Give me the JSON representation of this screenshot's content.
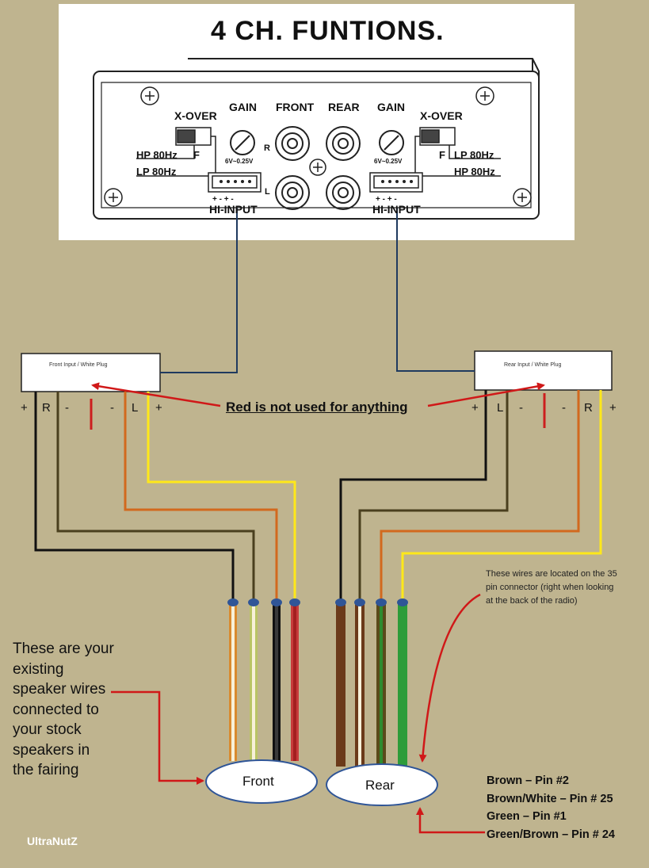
{
  "amp": {
    "title": "4 CH. FUNTIONS.",
    "xover_label": "X-OVER",
    "gain_label": "GAIN",
    "front_label": "FRONT",
    "rear_label": "REAR",
    "r_label": "R",
    "l_label": "L",
    "f_label": "F",
    "hp_label": "HP 80Hz",
    "lp_label": "LP 80Hz",
    "voltage": "6V~0.25V",
    "hi_input": "HI-INPUT",
    "pin_marks": "+ -  + -"
  },
  "front_plug": {
    "label": "Front Input / White Plug",
    "pins": [
      "+",
      "R",
      "-",
      "-",
      "L",
      "+"
    ]
  },
  "rear_plug": {
    "label": "Rear Input / White Plug",
    "pins": [
      "+",
      "L",
      "-",
      "-",
      "R",
      "+"
    ]
  },
  "red_note": "Red is not used for anything",
  "connector_note": "These wires are located on the 35 pin connector (right when looking at the back of the radio)",
  "existing_note": "These are your existing speaker wires connected to your stock speakers in the fairing",
  "front_oval": "Front",
  "rear_oval": "Rear",
  "pins_list": [
    "Brown – Pin #2",
    "Brown/White – Pin # 25",
    "Green – Pin #1",
    "Green/Brown – Pin # 24"
  ],
  "credit": "UltraNutZ",
  "colors": {
    "background": "#bfb48f",
    "wire_black": "#111111",
    "wire_olive": "#4a3f1e",
    "wire_orange": "#d2691e",
    "wire_yellow": "#ffe81a",
    "wire_red": "#cc1e1e",
    "cap_blue": "#2f5597"
  }
}
